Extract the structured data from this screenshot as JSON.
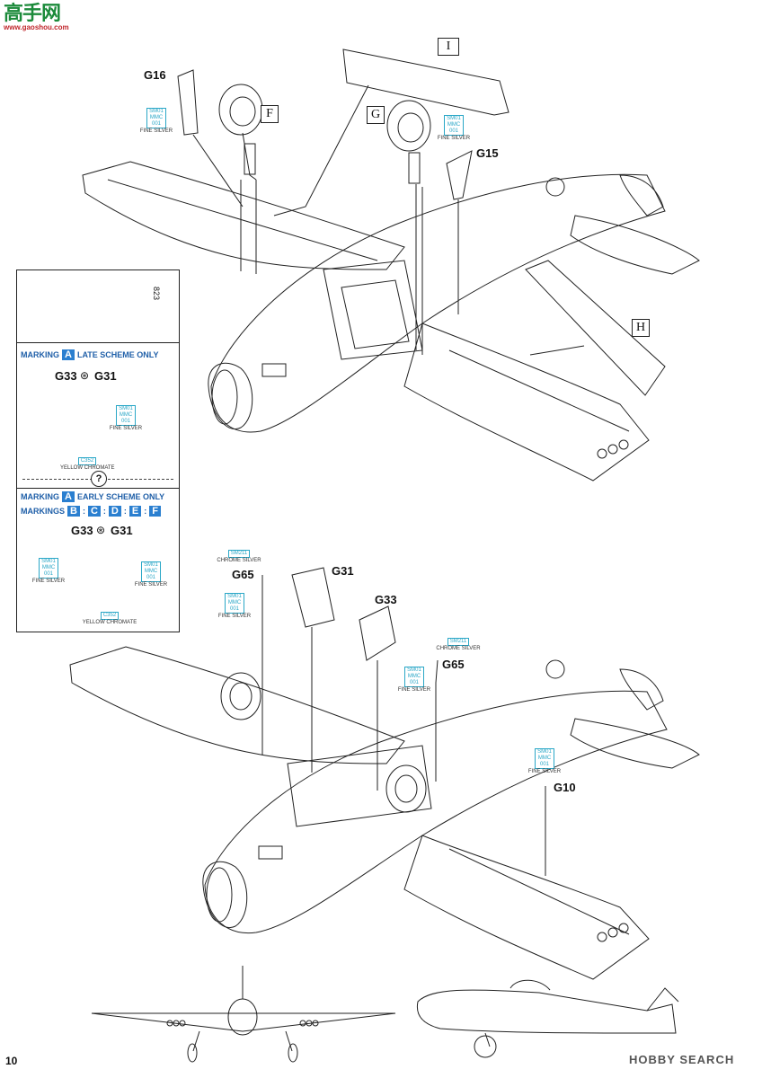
{
  "watermark_top": {
    "chars": "高手网",
    "url": "www.gaoshou.com"
  },
  "watermark_bottom": {
    "brand": "HOBBY SEARCH"
  },
  "page_number": "10",
  "callouts": {
    "I": "I",
    "F": "F",
    "G": "G",
    "H": "H"
  },
  "parts": {
    "g16": "G16",
    "g15": "G15",
    "g31_top": "G31",
    "g65_left": "G65",
    "g33": "G33",
    "g65_right": "G65",
    "g10": "G10",
    "g33_a": "G33",
    "g31_a": "G31",
    "g33_b": "G33",
    "g31_b": "G31"
  },
  "paint_fine_silver": {
    "codes": "SM01\nMMC\n001",
    "name": "FINE SILVER"
  },
  "paint_chrome_silver": {
    "codes": "SM211",
    "name": "CHROME SILVER"
  },
  "paint_yellow_chromate": {
    "codes": "C352",
    "name": "YELLOW CHROMATE"
  },
  "panel": {
    "marking_word": "MARKING",
    "late_letter": "A",
    "late_text": "LATE SCHEME ONLY",
    "early_letter": "A",
    "early_text": "EARLY SCHEME ONLY",
    "markings_word": "MARKINGS",
    "markings_letters": [
      "B",
      "C",
      "D",
      "E",
      "F"
    ],
    "question_mark": "?",
    "pe_number": "823"
  },
  "colors": {
    "paint_blue": "#2aa7c7",
    "banner_blue": "#2a7fd0",
    "line": "#222222"
  }
}
